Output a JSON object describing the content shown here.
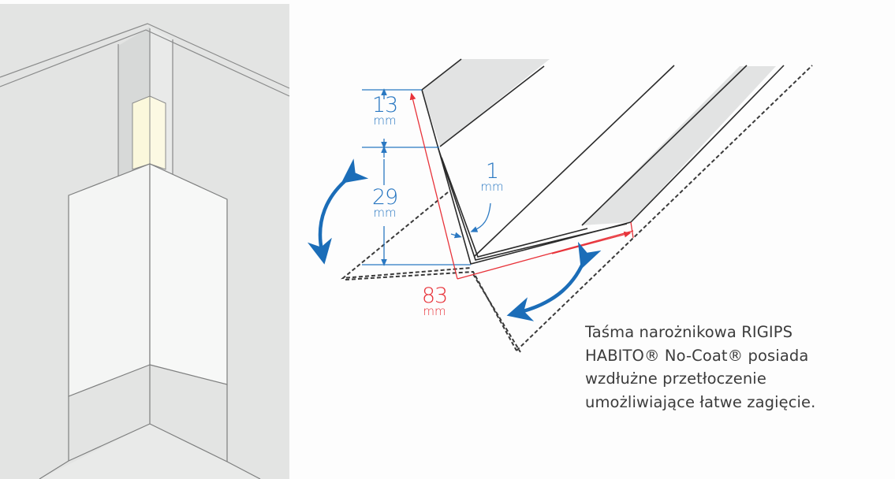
{
  "illustration": {
    "left_panel": {
      "description": "room corner with corner tape applied",
      "background": "#e3e4e3",
      "tape_color": "#fbf8dc"
    },
    "diagram": {
      "dimensions": {
        "top_flange": {
          "value": "13",
          "unit": "mm"
        },
        "fold_depth": {
          "value": "29",
          "unit": "mm"
        },
        "thickness": {
          "value": "1",
          "unit": "mm"
        },
        "total_width": {
          "value": "83",
          "unit": "mm"
        }
      },
      "colors": {
        "dimension_blue": "#2a78c2",
        "arrow_blue": "#1b6db8",
        "dimension_red": "#e8333a",
        "line_dark": "#2b2b2b",
        "face_gray": "#e2e3e3"
      }
    },
    "caption": {
      "lines": [
        "Taśma narożnikowa RIGIPS",
        "HABITO® No-Coat® posiada",
        "wzdłużne przetłoczenie",
        "umożliwiające łatwe zagięcie."
      ]
    }
  }
}
